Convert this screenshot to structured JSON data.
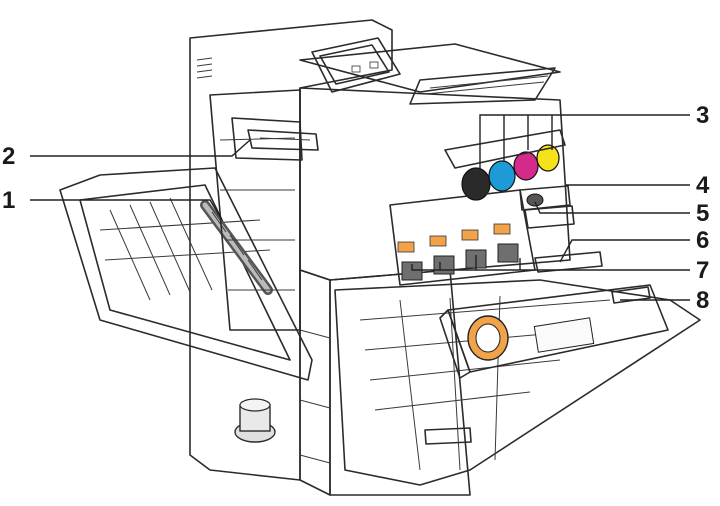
{
  "figure": {
    "labels": [
      {
        "id": "1",
        "text": "1"
      },
      {
        "id": "2",
        "text": "2"
      },
      {
        "id": "3",
        "text": "3"
      },
      {
        "id": "4",
        "text": "4"
      },
      {
        "id": "5",
        "text": "5"
      },
      {
        "id": "6",
        "text": "6"
      },
      {
        "id": "7",
        "text": "7"
      },
      {
        "id": "8",
        "text": "8"
      }
    ],
    "colors": {
      "cyan": "#1e9ad6",
      "magenta": "#d42a8a",
      "yellow": "#f5e21a",
      "black": "#222222",
      "orange_accent": "#f2a34a",
      "line": "#2b2b2b",
      "gray_fill": "#d8d8d8",
      "dark_gray": "#7a7a7a"
    }
  }
}
